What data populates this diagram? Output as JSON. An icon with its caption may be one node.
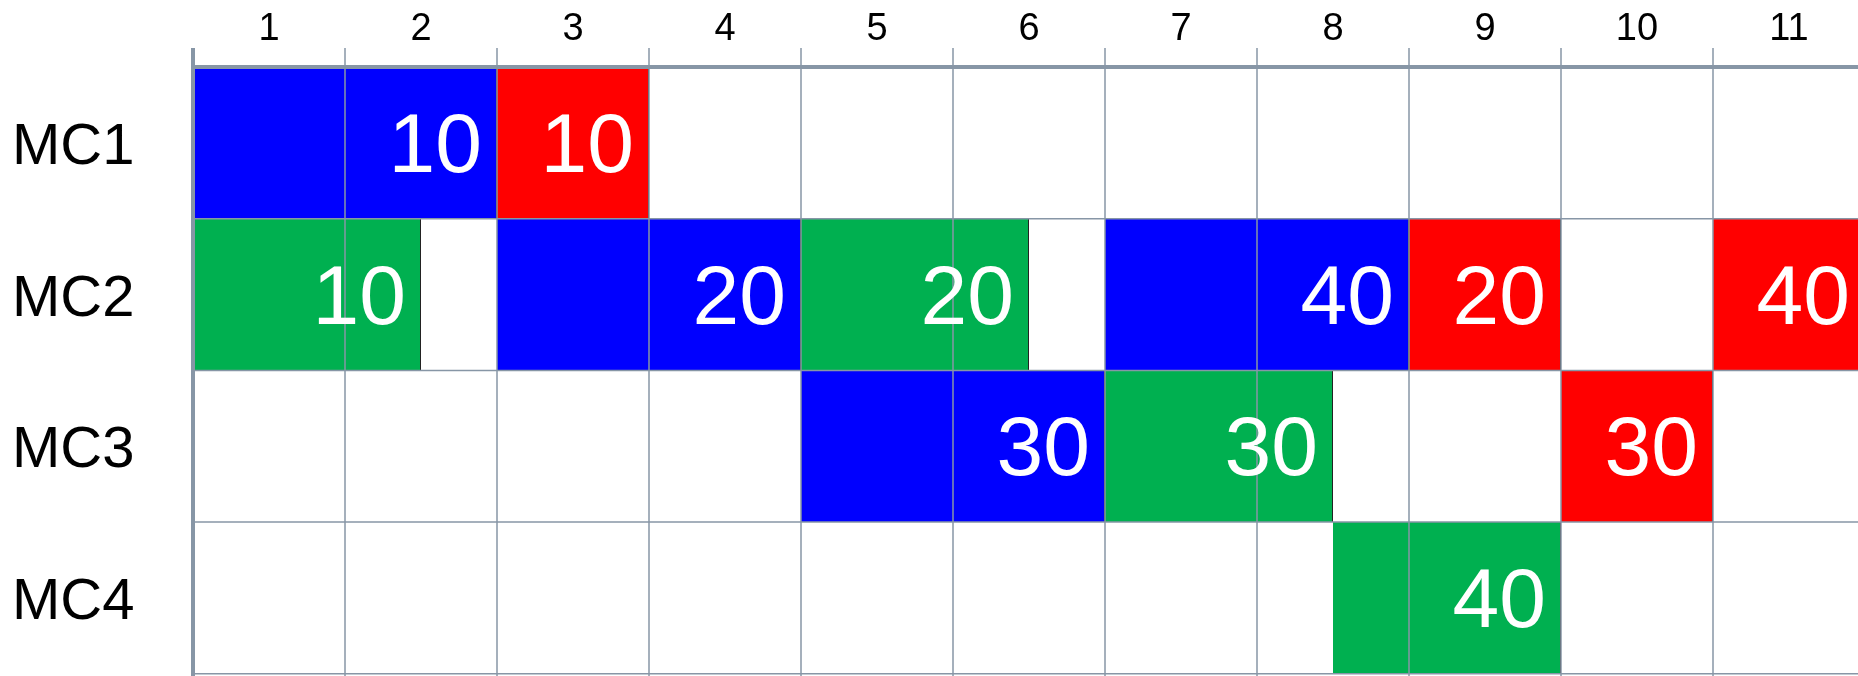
{
  "diagram": {
    "nodes": [
      {
        "text": [
          "10"
        ]
      },
      {
        "text": [
          "10"
        ]
      },
      {
        "text": [
          "10"
        ]
      },
      {
        "text": [
          "20"
        ]
      },
      {
        "text": [
          "20"
        ]
      },
      {
        "text": [
          "40"
        ]
      },
      {
        "text": [
          "20"
        ]
      },
      {
        "text": [
          "40"
        ]
      },
      {
        "text": [
          "30"
        ]
      },
      {
        "text": [
          "30"
        ]
      },
      {
        "text": [
          "30"
        ]
      },
      {
        "text": [
          "40"
        ]
      }
    ],
    "labels": [
      "1",
      "2",
      "3",
      "4",
      "5",
      "6",
      "7",
      "8",
      "9",
      "10",
      "11",
      "MC1",
      "MC2",
      "MC3",
      "MC4"
    ]
  }
}
